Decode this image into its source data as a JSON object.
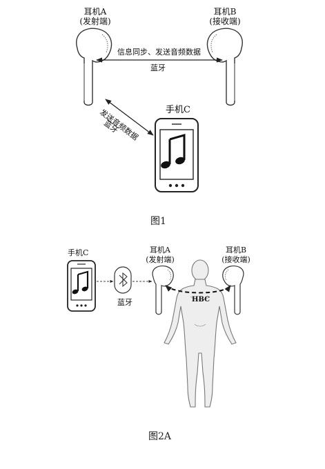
{
  "figure1": {
    "earbud_a": {
      "name": "耳机A",
      "role": "(发射端)"
    },
    "earbud_b": {
      "name": "耳机B",
      "role": "(接收端)"
    },
    "link_ab_label": "信息同步、发送音频数据",
    "link_ab_bt": "蓝牙",
    "link_ca_label": "发送音频数据",
    "link_ca_bt": "蓝牙",
    "phone": {
      "name": "手机C",
      "icon": "music-note-icon"
    },
    "caption": "图1"
  },
  "figure2a": {
    "phone": {
      "name": "手机C",
      "icon": "music-note-icon"
    },
    "bluetooth_icon": "bluetooth-icon",
    "bluetooth_label": "蓝牙",
    "earbud_a": {
      "name": "耳机A",
      "role": "(发射端)"
    },
    "earbud_b": {
      "name": "耳机B",
      "role": "(接收端)"
    },
    "hbc_label": "HBC",
    "caption": "图2A"
  },
  "colors": {
    "line": "#222222",
    "outline": "#333333",
    "screen": "#ffffff"
  }
}
